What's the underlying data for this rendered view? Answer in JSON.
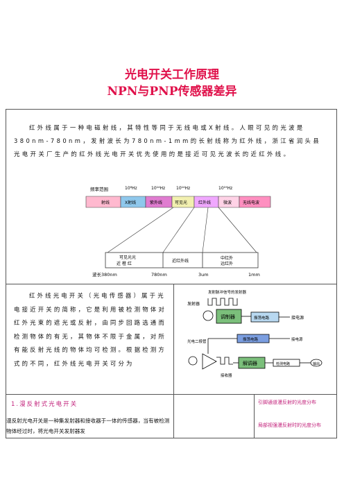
{
  "title_line1": "光电开关工作原理",
  "title_line2": "NPN与PNP传感器差异",
  "intro_text": "红外线属于一种电磁射线，其特性等同于无线电或X射线。人眼可见的光波是380nm-780nm，发射波长为780nm-1mm的长射线称为红外线，浙江省润头县光电开关厂生产的红外线光电开关优先使用的是接近可见光波长的近红外线。",
  "spectrum": {
    "freq_label": "频率范围",
    "freq_values": [
      "10⁸Hz",
      "10¹⁴Hz",
      "10¹⁴Hz",
      "10¹⁹Hz"
    ],
    "bands": [
      "射线",
      "X射线",
      "紫外线",
      "可见光",
      "红外线",
      "微波",
      "无线电波"
    ],
    "sub_visible": "可见光光",
    "sub_visible2": "近 橙 红",
    "sub_near_ir": "近红外线",
    "sub_mid_ir": "中红外",
    "sub_far_ir": "远红外",
    "wave_label": "波长380nm",
    "wave_values": [
      "780nm",
      "3um",
      "1mm"
    ]
  },
  "para2_text": "红外线光电开关（光电传感器）属于光电接近开关的简称，它是利用被检测物体对红外光束的遮光或反射，由同步回路选通而检测物体的有无，其物体不限于金属，对所有能反射光线的物体均可检测。根据检测方式的不同，红外线光电开关可分为",
  "circuit": {
    "top_label": "发射脉冲信号的发射器",
    "emitter_label": "发射器",
    "modulator": "调制器",
    "amp": "振荡电路",
    "out1": "接电源",
    "sync": "振荡电路",
    "out2": "接电源",
    "receiver": "光电二极管",
    "demod": "解调器",
    "detect": "检测电路",
    "output": "输出",
    "receiver_label": "接收器"
  },
  "section1_title": "1.漫反射式光电开关",
  "para3_text": "漫反射光电开关是一种集发射器和接收器于一体的传感器，当有被检测物体经过时，将光电开关发射器发",
  "note1": "引脚通道漫反射的光度分布",
  "note2": "局部视强漫反射时的光度分布",
  "colors": {
    "title": "#e0104a",
    "accent": "#c2207a",
    "band_gamma": "#ffb9cf",
    "band_xray": "#8fc8ec",
    "band_uv": "#e07cd0",
    "band_visible": "#f2f0b0",
    "band_ir": "#f0a8ff",
    "band_micro": "#ffd2e6",
    "band_radio": "#ff8fc0"
  }
}
